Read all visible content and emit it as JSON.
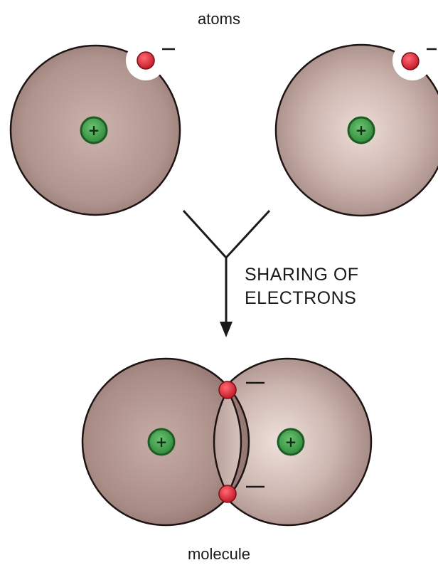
{
  "labels": {
    "atoms": "atoms",
    "process_line1": "SHARING OF",
    "process_line2": "ELECTRONS",
    "molecule": "molecule"
  },
  "symbols": {
    "nucleus_charge": "+",
    "electron_charge": "–"
  },
  "colors": {
    "atom_fill_dark": "#9c7f7a",
    "atom_fill_light": "#e3d2cd",
    "atom_outline": "#1e1414",
    "nucleus_fill": "#3fa24a",
    "nucleus_ring": "#1d5c25",
    "electron_fill": "#e2303c",
    "arrow": "#1a1a1a"
  }
}
